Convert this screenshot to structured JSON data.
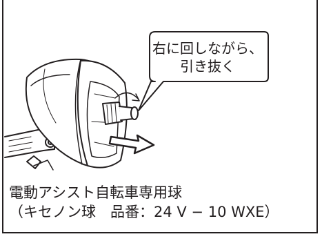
{
  "callout": {
    "line1": "右に回しながら、",
    "line2": "引き抜く"
  },
  "caption": {
    "line1": "電動アシスト自転車専用球",
    "line2": "（キセノン球　品番：24 V − 10 WXE）"
  }
}
